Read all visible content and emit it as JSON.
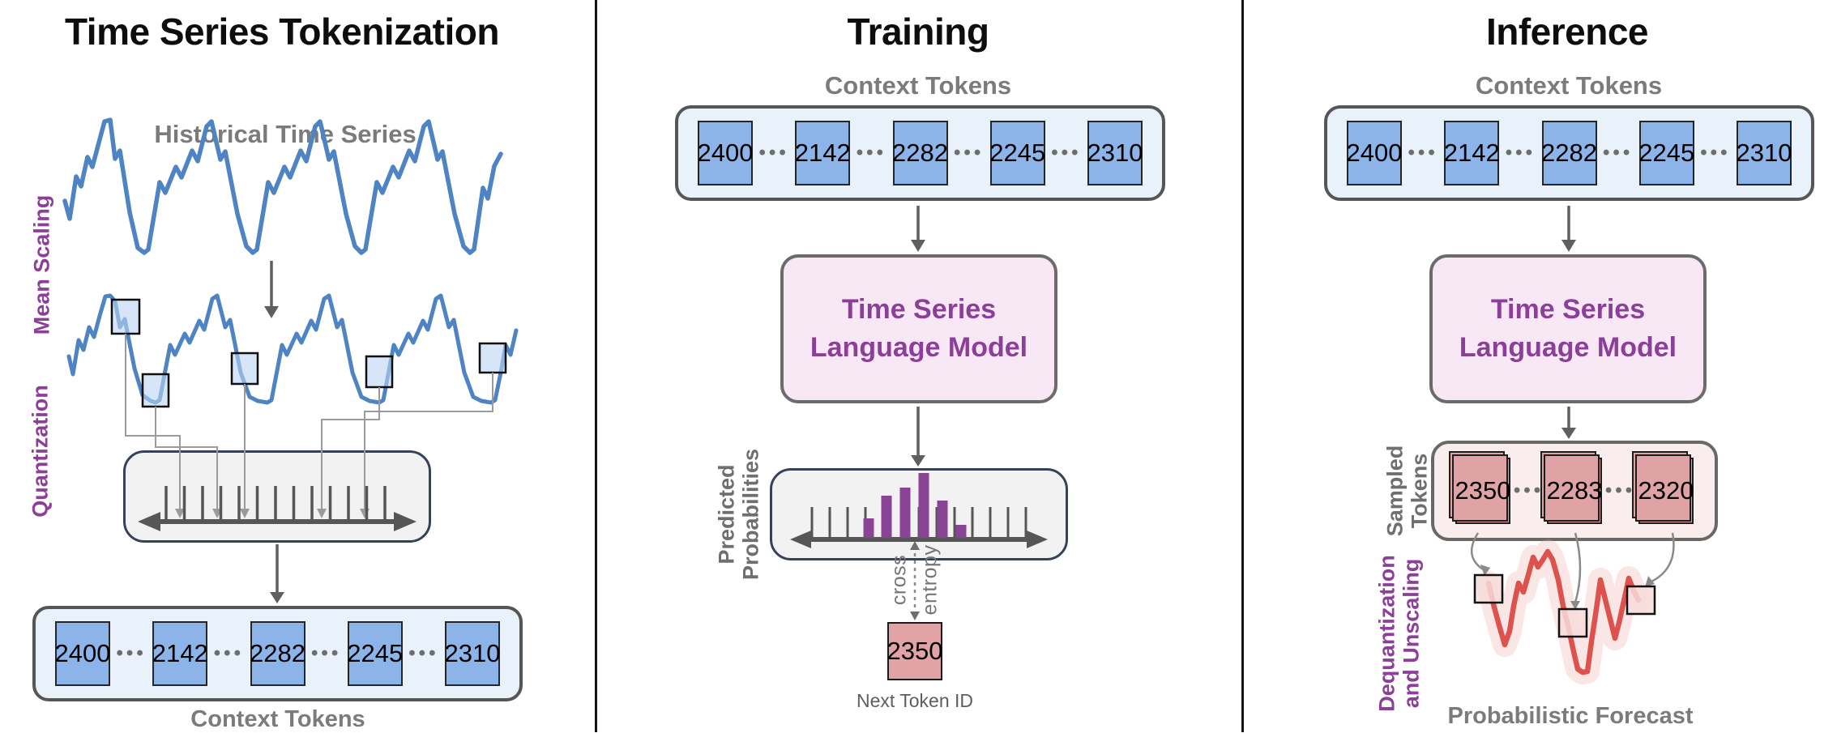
{
  "ellipsis": "•••",
  "tokenization": {
    "title": "Time Series Tokenization",
    "series_label": "Historical Time Series",
    "mean_scaling_label": "Mean Scaling",
    "quantization_label": "Quantization",
    "tokens_label": "Context Tokens",
    "tokens": [
      "2400",
      "2142",
      "2282",
      "2245",
      "2310"
    ]
  },
  "training": {
    "title": "Training",
    "tokens_label": "Context Tokens",
    "tokens": [
      "2400",
      "2142",
      "2282",
      "2245",
      "2310"
    ],
    "model_line1": "Time Series",
    "model_line2": "Language Model",
    "predicted_line1": "Predicted",
    "predicted_line2": "Probabilities",
    "cross_line1": "cross",
    "cross_line2": "entropy",
    "histogram_heights": [
      24,
      52,
      62,
      80,
      46,
      16
    ],
    "next_token_value": "2350",
    "next_token_label": "Next Token ID"
  },
  "inference": {
    "title": "Inference",
    "tokens_label": "Context Tokens",
    "tokens": [
      "2400",
      "2142",
      "2282",
      "2245",
      "2310"
    ],
    "model_line1": "Time Series",
    "model_line2": "Language Model",
    "sampled_line1": "Sampled",
    "sampled_line2": "Tokens",
    "sampled_tokens": [
      "2350",
      "2283",
      "2320"
    ],
    "dequantization_line1": "Dequantization",
    "dequantization_line2": "and Unscaling",
    "forecast_label": "Probabilistic Forecast"
  },
  "colors": {
    "token_blue": "#8cb4e8",
    "token_container_blue": "#e9f1fb",
    "series_blue": "#4e83c4",
    "purple_text": "#8c3f98",
    "histogram_purple": "#8a4496",
    "model_box_pink": "#f8e8f5",
    "next_token_pink": "#e2a3a6",
    "sampled_card_pink": "#dfa3a6",
    "sampled_container_pink": "#f9edee",
    "forecast_red": "#dd524c",
    "gray_label": "#7b7b7b",
    "quantizer_fill": "#f2f2f3",
    "quantizer_border": "#36415a"
  }
}
